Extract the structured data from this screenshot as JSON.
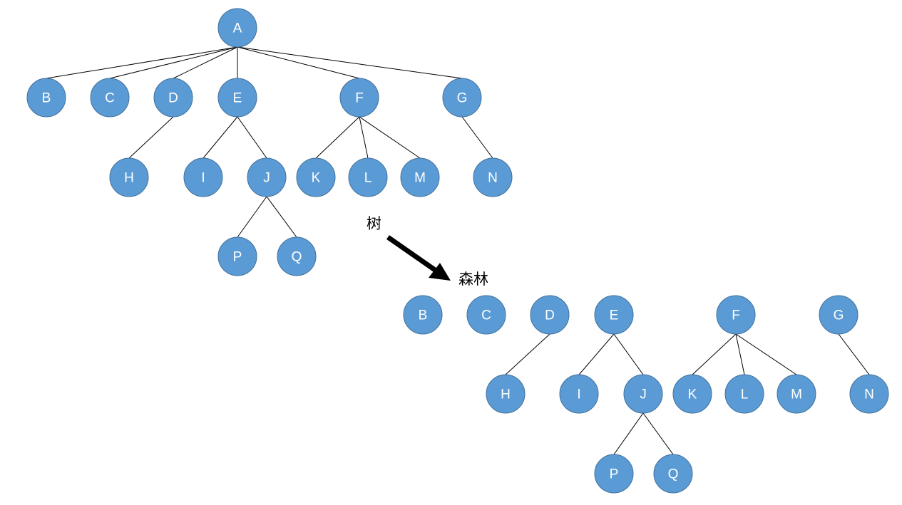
{
  "colors": {
    "node_fill": "#5b9bd5",
    "node_stroke": "#41719c",
    "edge": "#000000",
    "label": "#ffffff",
    "arrow": "#000000"
  },
  "labels": {
    "tree": "树",
    "forest": "森林"
  },
  "tree": {
    "nodes": [
      "A",
      "B",
      "C",
      "D",
      "E",
      "F",
      "G",
      "H",
      "I",
      "J",
      "K",
      "L",
      "M",
      "N",
      "P",
      "Q"
    ],
    "edges": [
      [
        "A",
        "B"
      ],
      [
        "A",
        "C"
      ],
      [
        "A",
        "D"
      ],
      [
        "A",
        "E"
      ],
      [
        "A",
        "F"
      ],
      [
        "A",
        "G"
      ],
      [
        "D",
        "H"
      ],
      [
        "E",
        "I"
      ],
      [
        "E",
        "J"
      ],
      [
        "F",
        "K"
      ],
      [
        "F",
        "L"
      ],
      [
        "F",
        "M"
      ],
      [
        "G",
        "N"
      ],
      [
        "J",
        "P"
      ],
      [
        "J",
        "Q"
      ]
    ]
  },
  "forest": {
    "nodes": [
      "B",
      "C",
      "D",
      "E",
      "F",
      "G",
      "H",
      "I",
      "J",
      "K",
      "L",
      "M",
      "N",
      "P",
      "Q"
    ],
    "edges": [
      [
        "D",
        "H"
      ],
      [
        "E",
        "I"
      ],
      [
        "E",
        "J"
      ],
      [
        "F",
        "K"
      ],
      [
        "F",
        "L"
      ],
      [
        "F",
        "M"
      ],
      [
        "G",
        "N"
      ],
      [
        "J",
        "P"
      ],
      [
        "J",
        "Q"
      ]
    ]
  }
}
